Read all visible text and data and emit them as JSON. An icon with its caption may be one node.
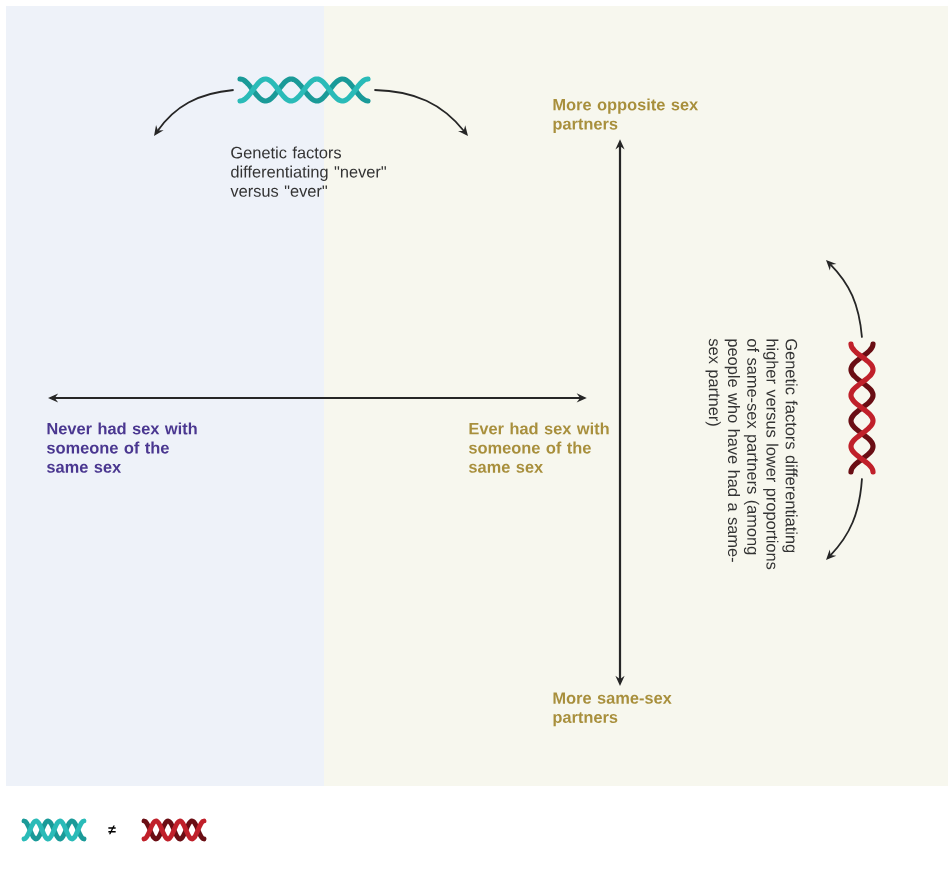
{
  "diagram": {
    "nodes": [
      {
        "text": [],
        "shape": "helix",
        "beside": [
          "Genetic factors differentiating \"never\" versus \"ever\""
        ]
      },
      {
        "text": [
          "More opposite sex partners"
        ]
      },
      {
        "text": [],
        "shape": "helix",
        "beside": [
          "Genetic factors differentiating higher versus lower proportions of same-sex partners (among people who have had a same-sex partner)"
        ]
      },
      {
        "text": [
          "Never had sex with someone of the same sex"
        ]
      },
      {
        "text": [
          "Ever had sex with someone of the same sex"
        ]
      },
      {
        "text": [
          "More same-sex partners"
        ]
      }
    ],
    "edges": [
      {
        "from": 0,
        "to": null,
        "arrow": "to"
      },
      {
        "from": 0,
        "to": null,
        "arrow": "to"
      },
      {
        "from": 2,
        "to": null,
        "arrow": "to"
      },
      {
        "from": 2,
        "to": null,
        "arrow": "to"
      },
      {
        "from": 3,
        "to": 4,
        "arrow": "both"
      },
      {
        "from": 1,
        "to": 5,
        "arrow": "both"
      }
    ],
    "labels": [
      "≠"
    ]
  }
}
